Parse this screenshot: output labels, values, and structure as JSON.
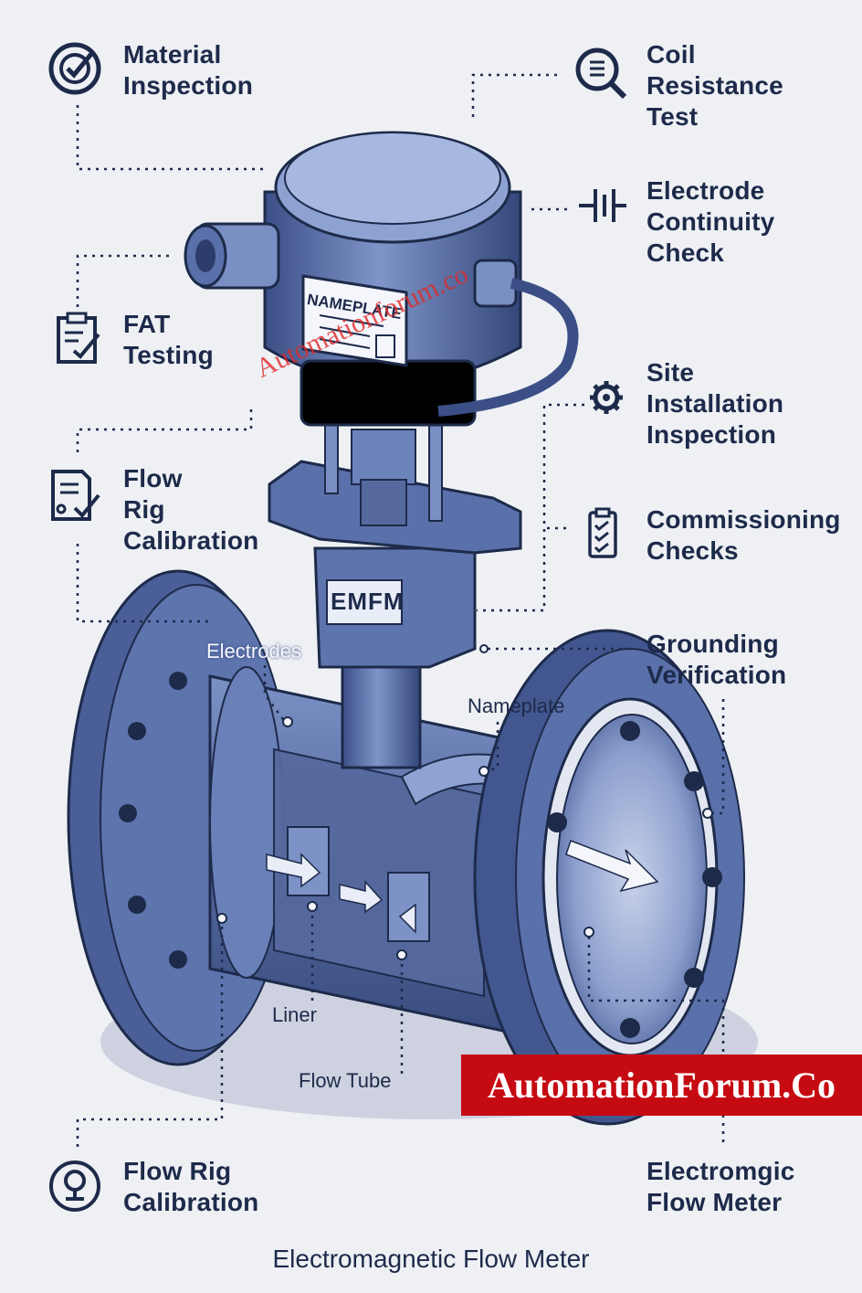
{
  "labels": {
    "material_inspection": [
      "Material",
      "Inspection"
    ],
    "coil_resistance": [
      "Coil",
      "Resistance",
      "Test"
    ],
    "electrode_continuity": [
      "Electrode",
      "Continuity",
      "Check"
    ],
    "fat_testing": [
      "FAT",
      "Testing"
    ],
    "site_installation": [
      "Site",
      "Installation",
      "Inspection"
    ],
    "flow_rig_calibration_top": [
      "Flow",
      "Rig",
      "Calibration"
    ],
    "commissioning": [
      "Commissioning",
      "Checks"
    ],
    "grounding": [
      "Grounding",
      "Verification"
    ],
    "flow_rig_calibration_bottom": [
      "Flow Rig",
      "Calibration"
    ],
    "electromagnetic_meter": [
      "Electromgic",
      "Flow Meter"
    ]
  },
  "parts": {
    "nameplate_head": "NAMEPLATE",
    "emfm": "EMFM",
    "electrodes": "Electrodes",
    "nameplate": "Nameplate",
    "liner": "Liner",
    "flow_tube": "Flow Tube"
  },
  "watermark": "Automationforum.co",
  "banner": "AutomationForum.Co",
  "caption": "Electromagnetic Flow Meter",
  "colors": {
    "background": "#eef0f4",
    "metal_dark": "#3b4f86",
    "metal_mid": "#5f77b0",
    "metal_light": "#9aaedb",
    "ink": "#1d2a4a",
    "banner": "#c60a12"
  },
  "icons": [
    "check-badge-icon",
    "magnifier-list-icon",
    "electrode-icon",
    "clipboard-check-icon",
    "gear-icon",
    "document-check-icon",
    "clipboard-list-icon",
    "award-icon"
  ]
}
